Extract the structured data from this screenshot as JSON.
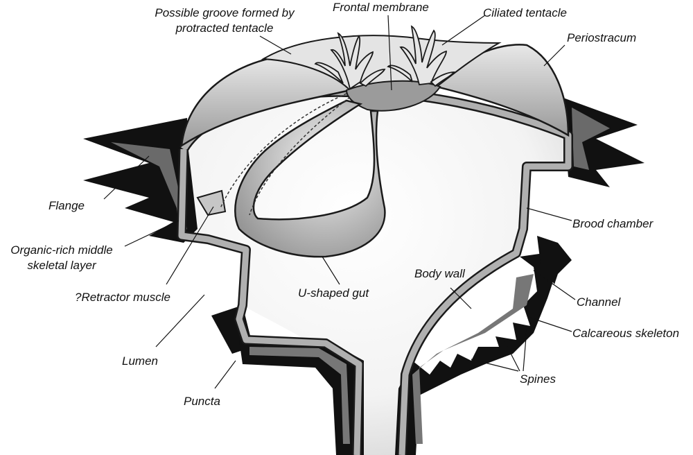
{
  "colors": {
    "skeleton": "#111111",
    "wall": "#aeaeae",
    "wall_outline": "#1a1a1a",
    "body_fill": "#f1f1f1",
    "gut_fill": "#d2d2d2",
    "periostracum_fill": "#c8c8c8",
    "tentacle_fill": "#e6e6e6"
  },
  "labels": {
    "possible_groove_line1": "Possible groove formed by",
    "possible_groove_line2": "protracted tentacle",
    "frontal_membrane": "Frontal membrane",
    "ciliated_tentacle": "Ciliated tentacle",
    "periostracum": "Periostracum",
    "flange": "Flange",
    "organic_rich_line1": "Organic-rich middle",
    "organic_rich_line2": "skeletal layer",
    "retractor_muscle": "?Retractor muscle",
    "lumen": "Lumen",
    "puncta": "Puncta",
    "u_shaped_gut": "U-shaped gut",
    "body_wall": "Body wall",
    "brood_chamber": "Brood chamber",
    "channel": "Channel",
    "calcareous_skeleton": "Calcareous skeleton",
    "spines": "Spines"
  }
}
